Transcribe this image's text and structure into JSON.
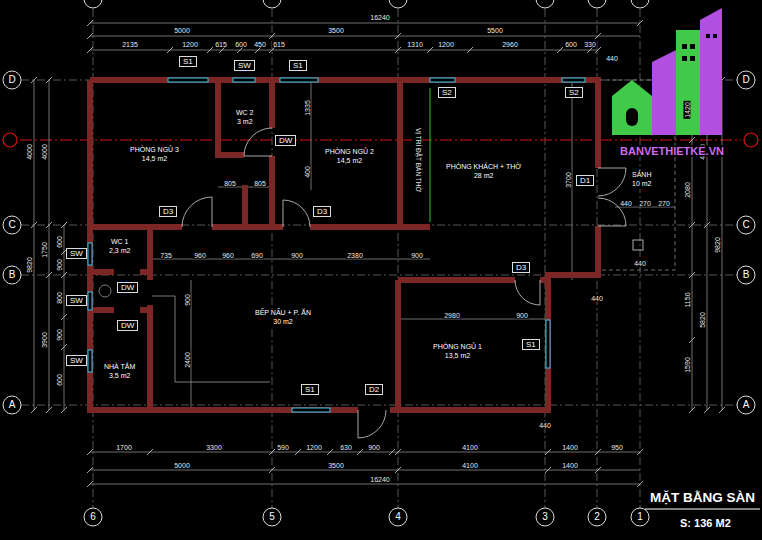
{
  "diagram": {
    "title": "MẶT BẰNG SÀN",
    "caption": "S: 136 M2",
    "nodes": [
      {
        "text": [
          "S1"
        ]
      },
      {
        "text": [
          "SW"
        ]
      },
      {
        "text": [
          "S1"
        ]
      },
      {
        "text": [
          "S2"
        ]
      },
      {
        "text": [
          "S2"
        ]
      },
      {
        "text": [
          "WC 2",
          "3 m2"
        ]
      },
      {
        "text": [
          "DW"
        ]
      },
      {
        "text": [
          "PHÒNG NGỦ 3",
          "14,5 m2"
        ]
      },
      {
        "text": [
          "PHÒNG NGỦ 2",
          "14,5 m2"
        ]
      },
      {
        "text": [
          "PHÒNG KHÁCH + THỜ",
          "28 m2"
        ]
      },
      {
        "text": [
          "D1"
        ]
      },
      {
        "text": [
          "SẢNH",
          "10 m2"
        ]
      },
      {
        "text": [
          "D3"
        ]
      },
      {
        "text": [
          "D3"
        ]
      },
      {
        "text": [
          "WC 1",
          "2,3 m2"
        ]
      },
      {
        "text": [
          "SW"
        ]
      },
      {
        "text": [
          "D3"
        ]
      },
      {
        "text": [
          "DW"
        ]
      },
      {
        "text": [
          "SW"
        ]
      },
      {
        "text": [
          "BẾP NẤU + P. ĂN",
          "30 m2"
        ]
      },
      {
        "text": [
          "DW"
        ]
      },
      {
        "text": [
          "S1"
        ]
      },
      {
        "text": [
          "PHÒNG NGỦ 1",
          "13,5 m2"
        ]
      },
      {
        "text": [
          "SW"
        ]
      },
      {
        "text": [
          "NHÀ TẮM",
          "3,5 m2"
        ]
      },
      {
        "text": [
          "S1"
        ]
      },
      {
        "text": [
          "D2"
        ]
      }
    ],
    "labels": [
      "16240",
      "5000",
      "3500",
      "5500",
      "2135",
      "1200",
      "615",
      "600",
      "450",
      "615",
      "1310",
      "1200",
      "2960",
      "600",
      "330",
      "440",
      "D",
      "D",
      "1335",
      "4000",
      "4000",
      "1420",
      "4000",
      "VỊ TRÍ ĐẶT BÀN THỜ",
      "400",
      "3700",
      "805",
      "805",
      "2080",
      "440",
      "270",
      "270",
      "C",
      "C",
      "9820",
      "600",
      "1750",
      "735",
      "960",
      "960",
      "690",
      "900",
      "2380",
      "900",
      "9820",
      "900",
      "440",
      "B",
      "B",
      "440",
      "800",
      "900",
      "1150",
      "2980",
      "900",
      "5820",
      "900",
      "3900",
      "2400",
      "1590",
      "600",
      "A",
      "A",
      "440",
      "1700",
      "3300",
      "590",
      "1200",
      "630",
      "900",
      "4100",
      "1400",
      "950",
      "5000",
      "3500",
      "4100",
      "1400",
      "16240",
      "6",
      "5",
      "4",
      "3",
      "2",
      "1",
      "BANVETHIETKE.VN"
    ]
  }
}
